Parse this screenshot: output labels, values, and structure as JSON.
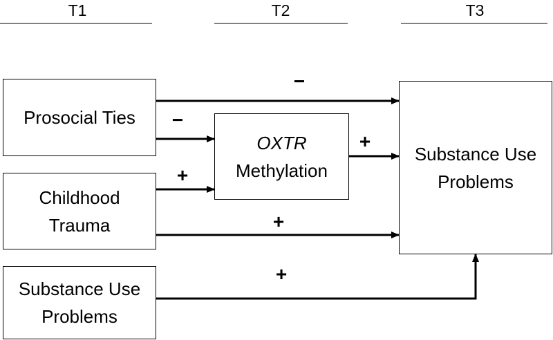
{
  "time_headers": [
    "T1",
    "T2",
    "T3"
  ],
  "boxes": {
    "prosocial_ties": {
      "lines": [
        "Prosocial Ties"
      ]
    },
    "childhood_trauma": {
      "lines": [
        "Childhood",
        "Trauma"
      ]
    },
    "substance_use_t1": {
      "lines": [
        "Substance Use",
        "Problems"
      ]
    },
    "oxtr_methylation": {
      "lines": [
        "OXTR",
        "Methylation"
      ]
    },
    "substance_use_t3": {
      "lines": [
        "Substance Use",
        "Problems"
      ]
    }
  },
  "path_signs": {
    "prosocial_to_outcome": "−",
    "prosocial_to_oxtr": "−",
    "trauma_to_oxtr": "+",
    "oxtr_to_outcome": "+",
    "trauma_to_outcome": "+",
    "baseline_to_outcome": "+"
  }
}
